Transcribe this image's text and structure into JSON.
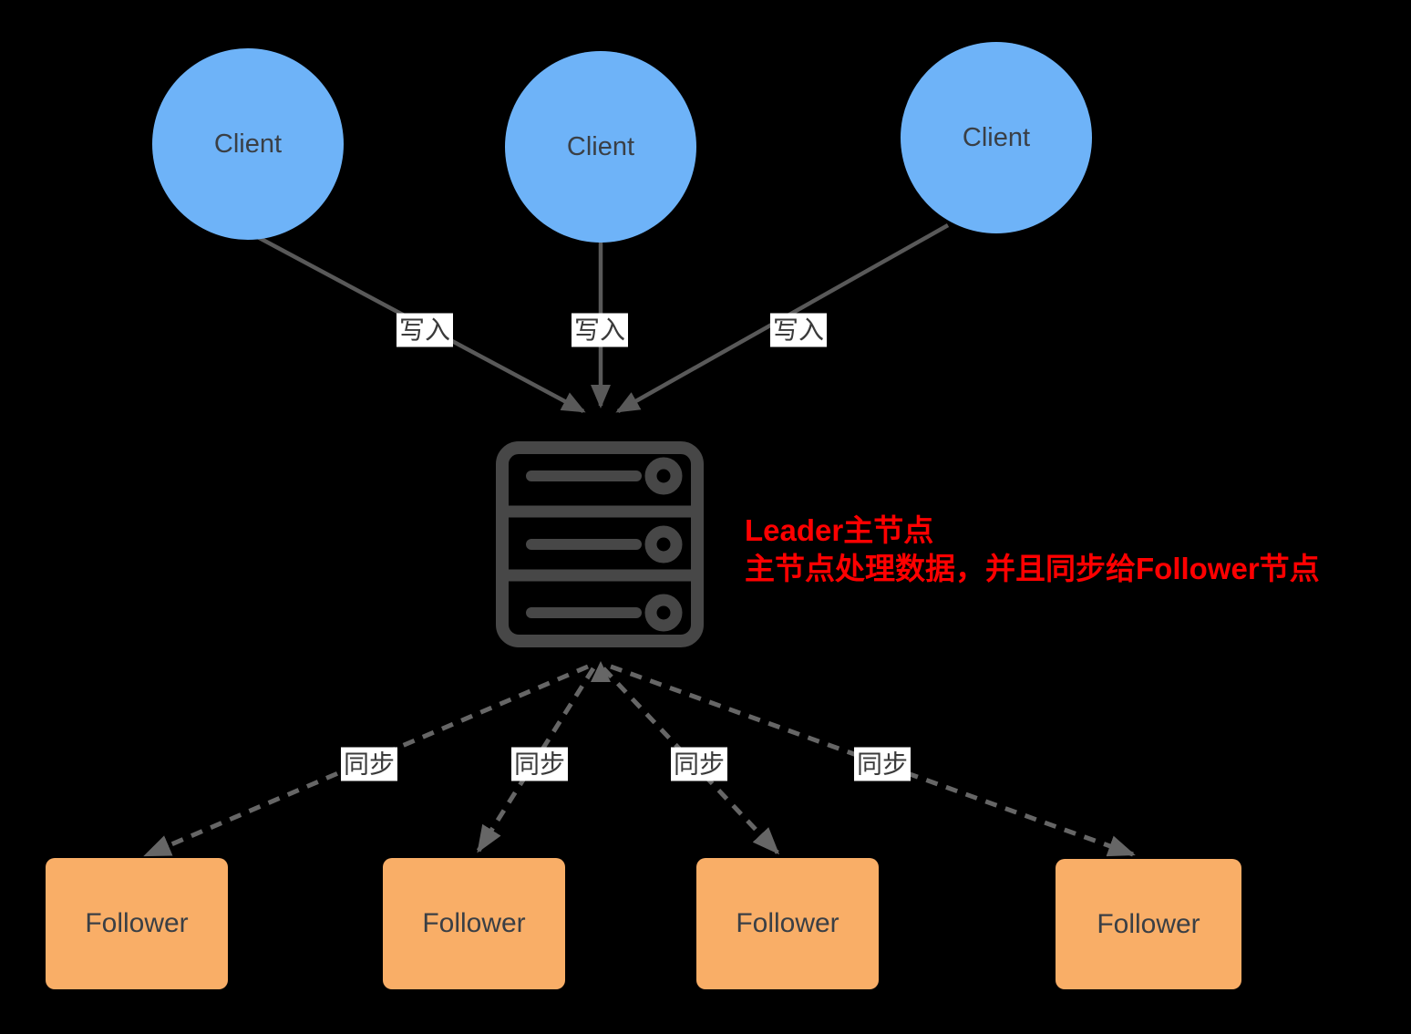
{
  "colors": {
    "background": "#000000",
    "client_fill": "#6EB3F8",
    "follower_fill": "#F9AE67",
    "solid_arrow": "#595959",
    "dashed_arrow": "#666666",
    "edge_label_bg": "#FFFFFF",
    "edge_label_text": "#3A3A3A",
    "node_text": "#3A3F45",
    "server_icon": "#474747",
    "note_text": "#FF0000"
  },
  "nodes": {
    "clients": [
      {
        "label": "Client"
      },
      {
        "label": "Client"
      },
      {
        "label": "Client"
      }
    ],
    "leader_server": {
      "icon": "server-icon"
    },
    "followers": [
      {
        "label": "Follower"
      },
      {
        "label": "Follower"
      },
      {
        "label": "Follower"
      },
      {
        "label": "Follower"
      }
    ]
  },
  "edges": {
    "write_labels": [
      "写入",
      "写入",
      "写入"
    ],
    "sync_labels": [
      "同步",
      "同步",
      "同步",
      "同步"
    ]
  },
  "annotation": {
    "line1": "Leader主节点",
    "line2": "主节点处理数据，并且同步给Follower节点"
  }
}
